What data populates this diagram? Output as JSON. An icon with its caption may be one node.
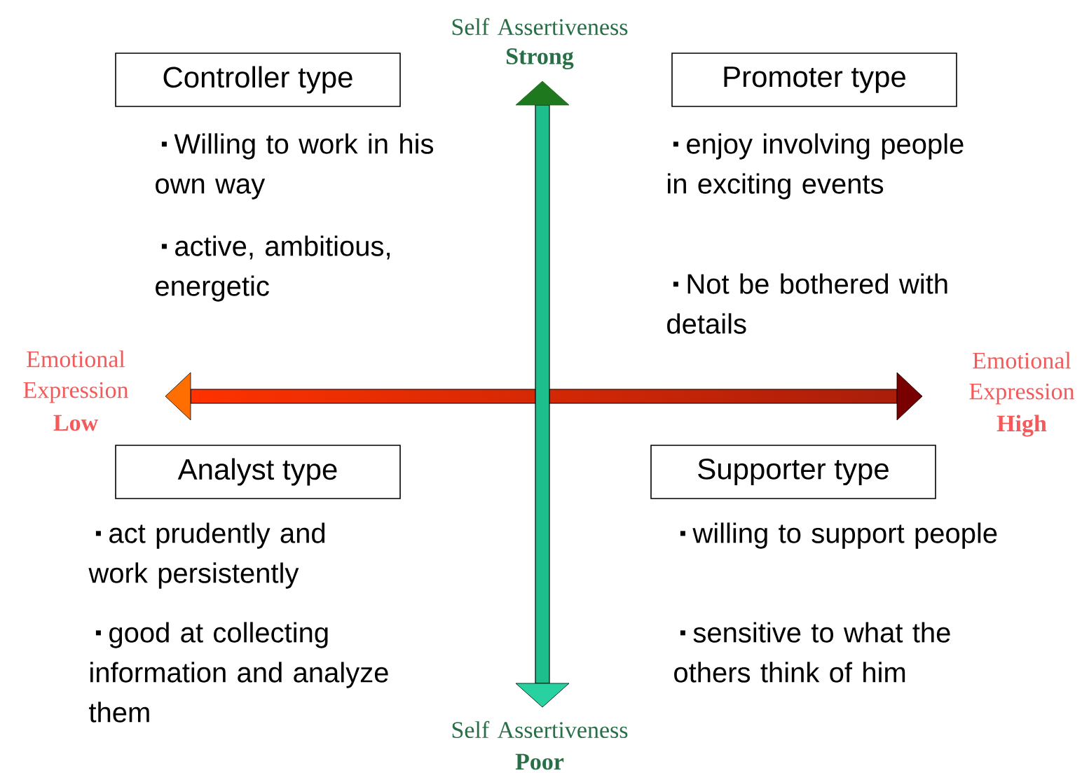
{
  "diagram": {
    "nodes": [
      {
        "text": [
          "Controller type"
        ],
        "beside": [
          "Willing to work in his own way",
          "active, ambitious, energetic"
        ]
      },
      {
        "text": [
          "Promoter type"
        ],
        "beside": [
          "enjoy involving people in exciting events",
          "Not be bothered with details"
        ]
      },
      {
        "text": [
          "Analyst type"
        ],
        "beside": [
          "act prudently and work persistently",
          "good at collecting information and analyze them"
        ]
      },
      {
        "text": [
          "Supporter type"
        ],
        "beside": [
          "willing to support people",
          "sensitive to what the others think of him"
        ]
      }
    ],
    "labels": [
      "Self Assertiveness",
      "Strong",
      "Emotional Expression",
      "Low",
      "Emotional Expression",
      "High",
      "Self Assertiveness",
      "Poor"
    ]
  }
}
